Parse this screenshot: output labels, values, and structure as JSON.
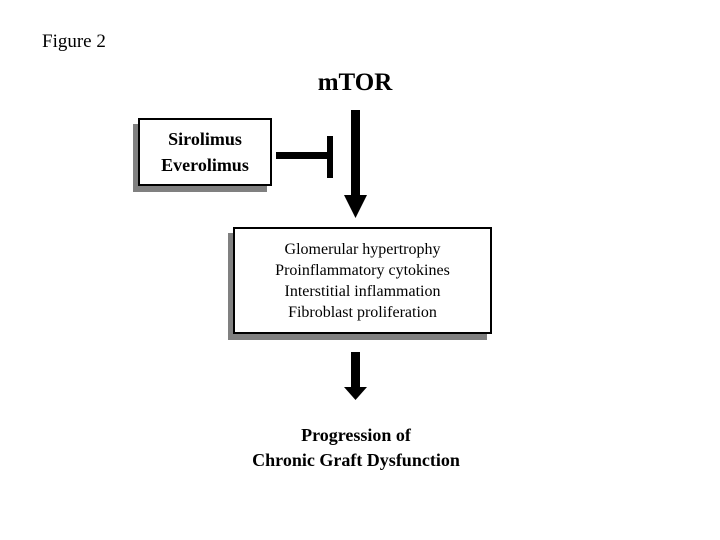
{
  "figure": {
    "label": "Figure 2",
    "background_color": "#ffffff",
    "ink_color": "#000000",
    "shadow_color": "#808080"
  },
  "nodes": {
    "title": {
      "text": "mTOR",
      "style": "bold"
    },
    "drug_box": {
      "lines": [
        "Sirolimus",
        "Everolimus"
      ],
      "line1": "Sirolimus",
      "line2": "Everolimus",
      "fill": "#ffffff",
      "border": "#000000"
    },
    "effects_box": {
      "lines": [
        "Glomerular hypertrophy",
        "Proinflammatory cytokines",
        "Interstitial inflammation",
        "Fibroblast proliferation"
      ],
      "line1": "Glomerular hypertrophy",
      "line2": "Proinflammatory cytokines",
      "line3": "Interstitial inflammation",
      "line4": "Fibroblast proliferation",
      "fill": "#ffffff",
      "border": "#000000"
    },
    "outcome": {
      "line1": "Progression of",
      "line2": "Chronic Graft Dysfunction",
      "style": "bold"
    }
  },
  "connectors": {
    "inhibition": {
      "kind": "inhibition-tbar",
      "from": "drug_box",
      "to": "mTOR-signal-arrow",
      "label": ""
    },
    "arrow_mtor_to_effects": {
      "kind": "arrow-down",
      "from": "mTOR",
      "to": "effects_box",
      "label": ""
    },
    "arrow_effects_to_outcome": {
      "kind": "arrow-down",
      "from": "effects_box",
      "to": "outcome",
      "label": ""
    }
  }
}
